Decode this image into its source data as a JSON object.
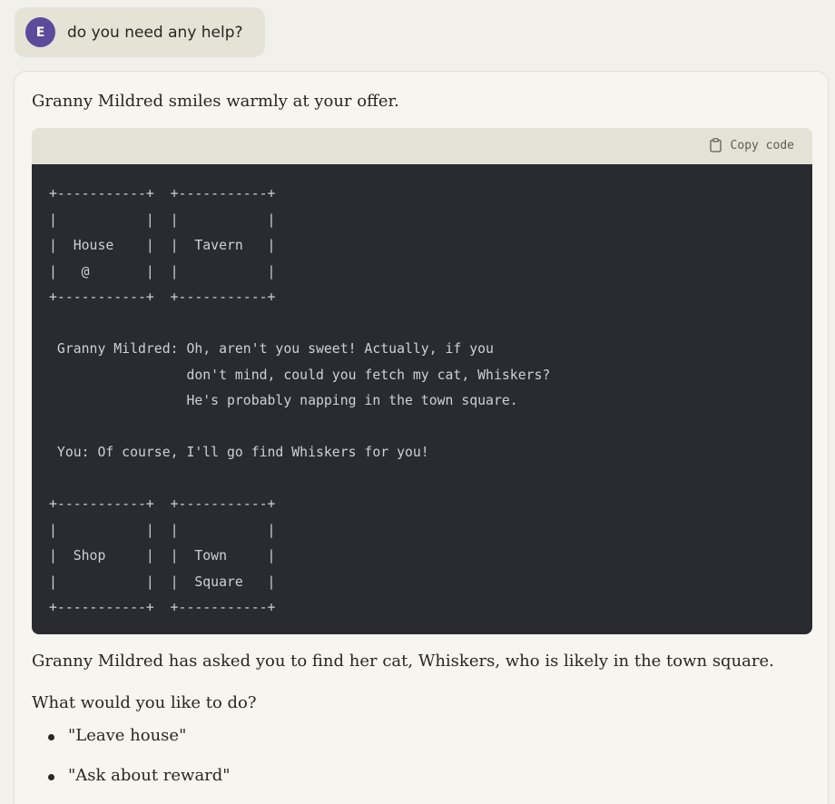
{
  "user_message": {
    "avatar_initial": "E",
    "text": "do you need any help?"
  },
  "assistant": {
    "intro": "Granny Mildred smiles warmly at your offer.",
    "code_block": {
      "copy_label": "Copy code",
      "content": "+-----------+  +-----------+\n|           |  |           |\n|  House    |  |  Tavern   |\n|   @       |  |           |\n+-----------+  +-----------+\n\n Granny Mildred: Oh, aren't you sweet! Actually, if you\n                 don't mind, could you fetch my cat, Whiskers?\n                 He's probably napping in the town square.\n\n You: Of course, I'll go find Whiskers for you!\n\n+-----------+  +-----------+\n|           |  |           |\n|  Shop     |  |  Town     |\n|           |  |  Square   |\n+-----------+  +-----------+"
    },
    "summary": "Granny Mildred has asked you to find her cat, Whiskers, who is likely in the town square.",
    "question": "What would you like to do?",
    "options": [
      "\"Leave house\"",
      "\"Ask about reward\""
    ]
  },
  "colors": {
    "avatar": "#5b4b9c",
    "code_background": "#2a2b30",
    "code_header": "#e3e2d6",
    "page_background": "#f1f0ea"
  }
}
